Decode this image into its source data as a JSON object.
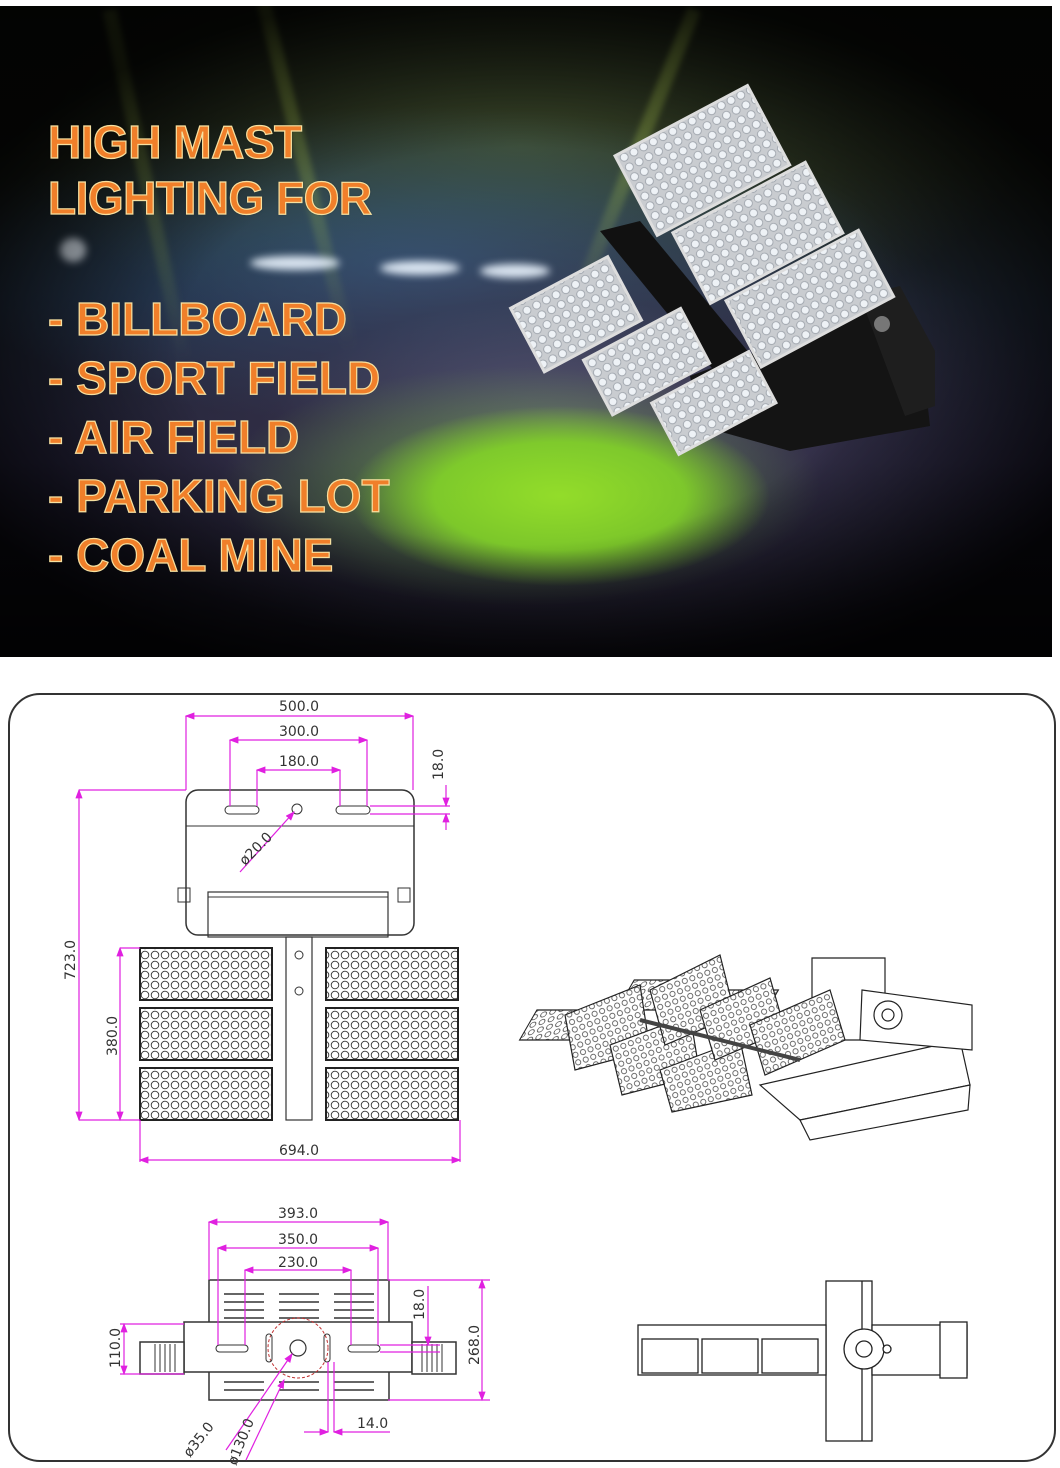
{
  "banner": {
    "headline_line1": "HIGH MAST",
    "headline_line2": "LIGHTING FOR",
    "uses": [
      "- BILLBOARD",
      "- SPORT FIELD",
      "- AIR FIELD",
      "- PARKING LOT",
      "- COAL MINE"
    ],
    "text_color": "#f07f2a",
    "text_outline_color": "#f6e0a0"
  },
  "drawing": {
    "dimension_color": "#e020e0",
    "line_color": "#333333",
    "front_view": {
      "width_bracket": "500.0",
      "hole_spacing_outer": "300.0",
      "hole_spacing_inner": "180.0",
      "slot_height": "18.0",
      "hole_diameter": "ø20.0",
      "total_height": "723.0",
      "module_height": "380.0",
      "total_width": "694.0"
    },
    "side_view": {
      "width_outer": "393.0",
      "width_middle": "350.0",
      "width_inner": "230.0",
      "slot_height": "18.0",
      "height_total": "268.0",
      "height_module": "110.0",
      "slot_width": "14.0",
      "hole_small": "ø35.0",
      "hole_large": "ø130.0"
    }
  }
}
